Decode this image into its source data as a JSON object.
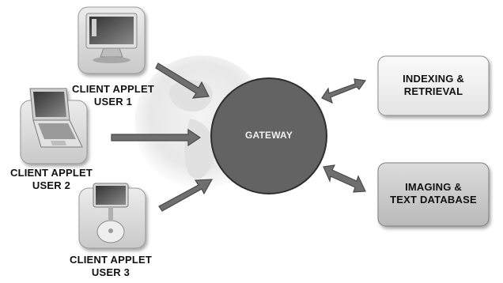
{
  "clients": [
    {
      "line1": "CLIENT APPLET",
      "line2": "USER 1"
    },
    {
      "line1": "CLIENT APPLET",
      "line2": "USER 2"
    },
    {
      "line1": "CLIENT APPLET",
      "line2": "USER 3"
    }
  ],
  "gateway": {
    "label": "GATEWAY"
  },
  "services": [
    {
      "line1": "INDEXING &",
      "line2": "RETRIEVAL"
    },
    {
      "line1": "IMAGING &",
      "line2": "TEXT DATABASE"
    }
  ]
}
